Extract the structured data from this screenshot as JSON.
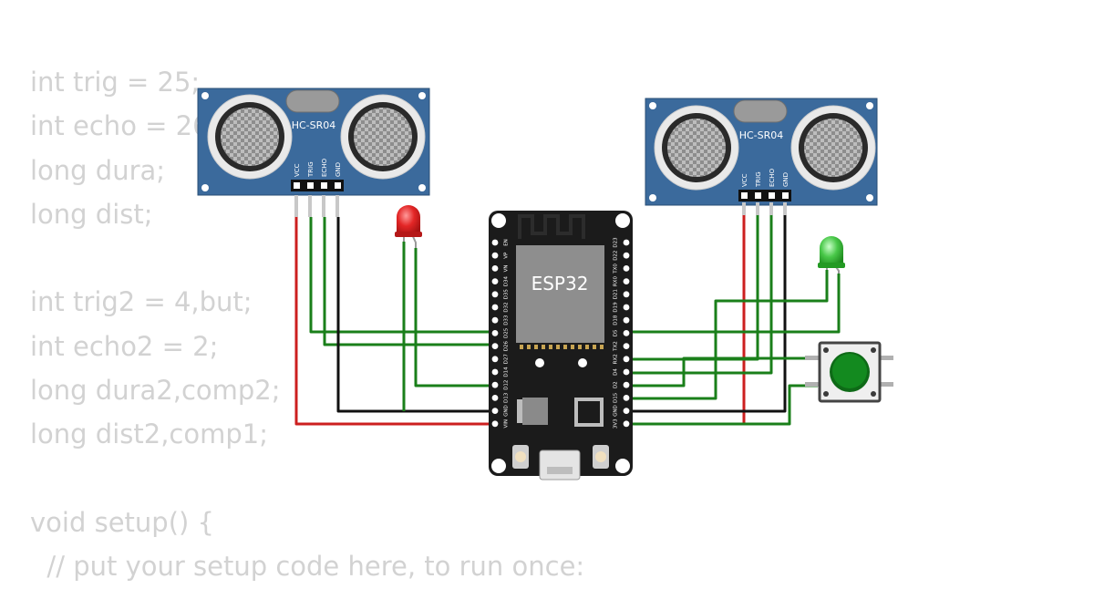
{
  "code_lines": [
    "int trig = 25;",
    "int echo = 26;",
    "long dura;",
    "long dist;",
    "",
    "int trig2 = 4,but;",
    "int echo2 = 2;",
    "long dura2,comp2;",
    "long dist2,comp1;",
    "",
    "void setup() {",
    "  // put your setup code here, to run once:"
  ],
  "sensor": {
    "label": "HC-SR04",
    "pins": [
      "VCC",
      "TRIG",
      "ECHO",
      "GND"
    ]
  },
  "esp32": {
    "label": "ESP32",
    "left_pins": [
      "EN",
      "VP",
      "VN",
      "D34",
      "D35",
      "D32",
      "D33",
      "D25",
      "D26",
      "D27",
      "D14",
      "D12",
      "D13",
      "GND",
      "VIN"
    ],
    "right_pins": [
      "D23",
      "D22",
      "TX0",
      "RX0",
      "D21",
      "D19",
      "D18",
      "D5",
      "TX2",
      "RX2",
      "D4",
      "D2",
      "D15",
      "GND",
      "3V3"
    ]
  },
  "colors": {
    "wire_signal": "#1a7f1a",
    "wire_power": "#cc1f1f",
    "wire_ground": "#111111",
    "sensor_board": "#3b6a9c",
    "led_left": "#e02020",
    "led_right": "#3fc03f",
    "button_cap": "#138a1f",
    "code_text": "#d2d2d2"
  }
}
